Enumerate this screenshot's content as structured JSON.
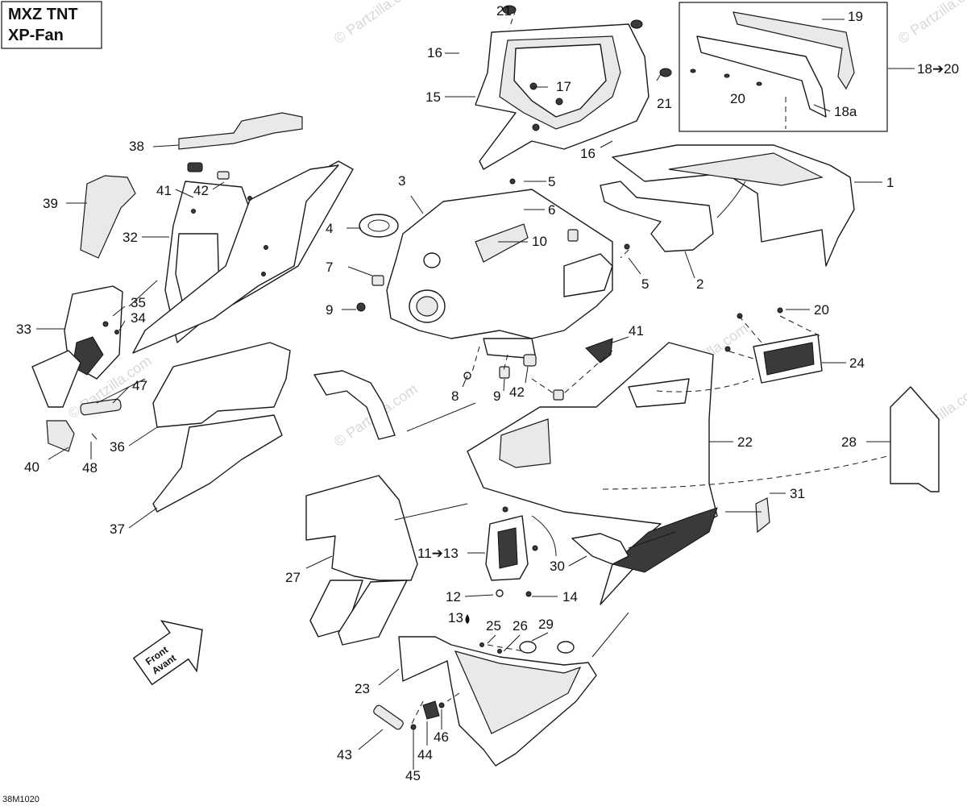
{
  "model_box": {
    "line1": "MXZ TNT",
    "line2": "XP-Fan"
  },
  "drawing_code": "38M1020",
  "front_arrow": {
    "line1": "Front",
    "line2": "Avant"
  },
  "watermark": "© Partzilla.com",
  "callouts": {
    "c1": "1",
    "c2": "2",
    "c3": "3",
    "c4": "4",
    "c5a": "5",
    "c5b": "5",
    "c6": "6",
    "c7": "7",
    "c8": "8",
    "c9a": "9",
    "c9b": "9",
    "c10": "10",
    "c11_13": "11➔13",
    "c12": "12",
    "c13": "13",
    "c14": "14",
    "c15": "15",
    "c16a": "16",
    "c16b": "16",
    "c17": "17",
    "c18_20": "18➔20",
    "c18a": "18a",
    "c19": "19",
    "c20a": "20",
    "c20b": "20",
    "c21a": "21",
    "c21b": "21",
    "c22": "22",
    "c23": "23",
    "c24": "24",
    "c25": "25",
    "c26": "26",
    "c27": "27",
    "c28": "28",
    "c29": "29",
    "c30": "30",
    "c31": "31",
    "c32": "32",
    "c33": "33",
    "c34": "34",
    "c35": "35",
    "c36": "36",
    "c37": "37",
    "c38": "38",
    "c39": "39",
    "c40": "40",
    "c41a": "41",
    "c41b": "41",
    "c42a": "42",
    "c42b": "42",
    "c43": "43",
    "c44": "44",
    "c45": "45",
    "c46": "46",
    "c47": "47",
    "c48": "48"
  }
}
